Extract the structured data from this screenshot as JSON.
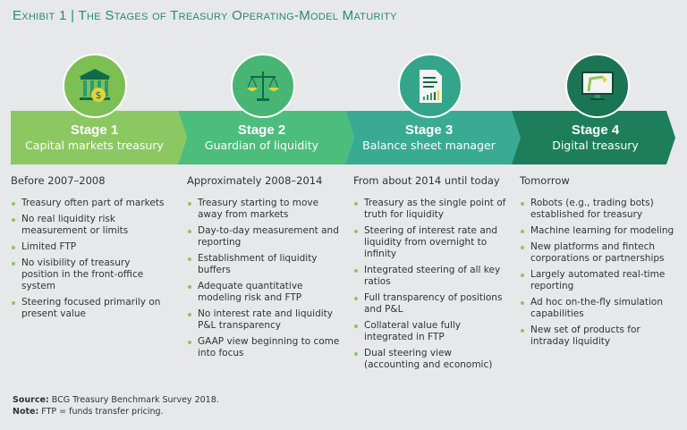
{
  "title": "Exhibit 1 | The Stages of Treasury Operating-Model Maturity",
  "stages": [
    {
      "label": "Stage 1",
      "name": "Capital markets treasury",
      "icon": "bank-icon",
      "color": "#8cc862",
      "circle": "#7cbf53",
      "period": "Before 2007–2008",
      "items": [
        "Treasury often part of markets",
        "No real liquidity risk measurement or limits",
        "Limited FTP",
        "No visibility of treasury position in the front-office system",
        "Steering focused primarily on present value"
      ]
    },
    {
      "label": "Stage 2",
      "name": "Guardian of liquidity",
      "icon": "scales-icon",
      "color": "#4dbd7c",
      "circle": "#47b574",
      "period": "Approximately 2008–2014",
      "items": [
        "Treasury starting to move away from markets",
        "Day-to-day measurement and reporting",
        "Establishment of liquidity buffers",
        "Adequate quantitative modeling risk and FTP",
        "No interest rate and liquidity P&L transparency",
        "GAAP view beginning to come into focus"
      ]
    },
    {
      "label": "Stage 3",
      "name": "Balance sheet manager",
      "icon": "report-chart-icon",
      "color": "#38ab92",
      "circle": "#34a58a",
      "period": "From about 2014 until today",
      "items": [
        "Treasury as the single point of truth for liquidity",
        "Steering of interest rate and liquidity from overnight to infinity",
        "Integrated steering of all key ratios",
        "Full transparency of positions and P&L",
        "Collateral value fully integrated in FTP",
        "Dual steering view (accounting and economic)"
      ]
    },
    {
      "label": "Stage 4",
      "name": "Digital treasury",
      "icon": "robot-monitor-icon",
      "color": "#1e7e5c",
      "circle": "#1b7555",
      "period": "Tomorrow",
      "items": [
        "Robots (e.g., trading bots) established for treasury",
        "Machine learning for modeling",
        "New platforms and fintech corporations or partnerships",
        "Largely automated real-time reporting",
        "Ad hoc on-the-fly simulation capabilities",
        "New set of products for intraday liquidity"
      ]
    }
  ],
  "footer": {
    "source_label": "Source:",
    "source": " BCG Treasury Benchmark Survey 2018.",
    "note_label": "Note:",
    "note": " FTP = funds transfer pricing."
  }
}
